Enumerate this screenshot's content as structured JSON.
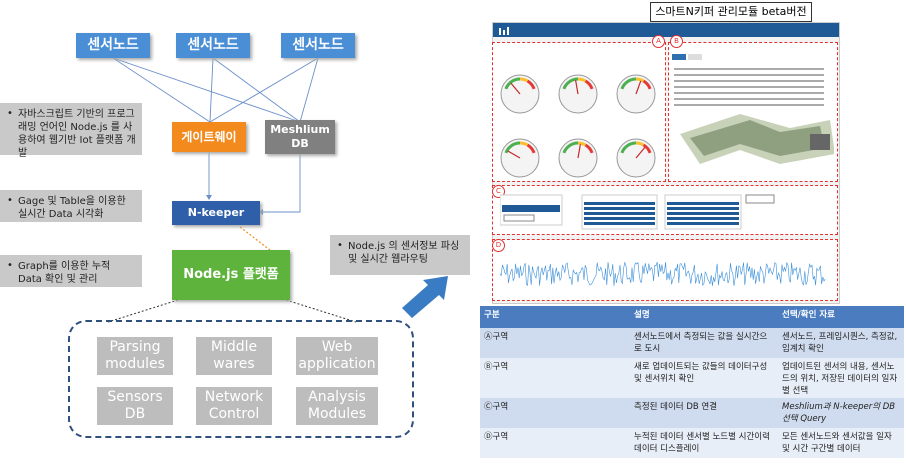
{
  "sensors": [
    "센서노드",
    "센서노드",
    "센서노드"
  ],
  "gateway": "게이트웨이",
  "meshlium": "Meshlium\nDB",
  "nkeeper": "N-keeper",
  "nodejs_platform": "Node.js 플랫폼",
  "notes": [
    "자바스크립트 기반의 프로그래밍 언어인 Node.js 를 사용하여 웹기반 Iot 플랫폼 개발",
    "Gage 및 Table을 이용한 실시간 Data 시각화",
    "Graph를 이용한 누적 Data 확인 및 관리"
  ],
  "routing_note": "Node.js 의 센서정보 파싱 및 실시간 웹라우팅",
  "modules": [
    "Parsing modules",
    "Middle wares",
    "Web application",
    "Sensors DB",
    "Network Control",
    "Analysis Modules"
  ],
  "screenshot_title": "스마트N키퍼 관리모듈 beta버전",
  "labels": {
    "a": "A",
    "b": "B",
    "c": "C",
    "d": "D"
  },
  "table": {
    "headers": [
      "구분",
      "설명",
      "선택/확인 자료"
    ],
    "rows": [
      [
        "Ⓐ구역",
        "센서노드에서 측정되는 값을 실시간으로 도시",
        "센서노드, 프레임시퀀스, 측정값, 임계치 확인"
      ],
      [
        "Ⓑ구역",
        "새로 업데이트되는 값들의 데이터구성 및 센서위치 확인",
        "업데이트된 센서의 내용, 센서노드의 위치, 저장된 데이터의 일자별 선택"
      ],
      [
        "Ⓒ구역",
        "측정된 데이터 DB 연결",
        "Meshlium과 N-keeper의 DB선택 Query"
      ],
      [
        "Ⓓ구역",
        "누적된 데이터 센서별 노드별 시간이력 데이터 디스플레이",
        "모든 센서노드와 센서값을 일자 및 시간 구간별 데이터"
      ]
    ]
  },
  "colors": {
    "sensor": "#4a8fd6",
    "gateway": "#f28a1e",
    "meshlium": "#808080",
    "nkeeper": "#2f5fa8",
    "platform": "#5db33c",
    "dashed_red": "#e03030",
    "arrow": "#3a7cc4"
  }
}
